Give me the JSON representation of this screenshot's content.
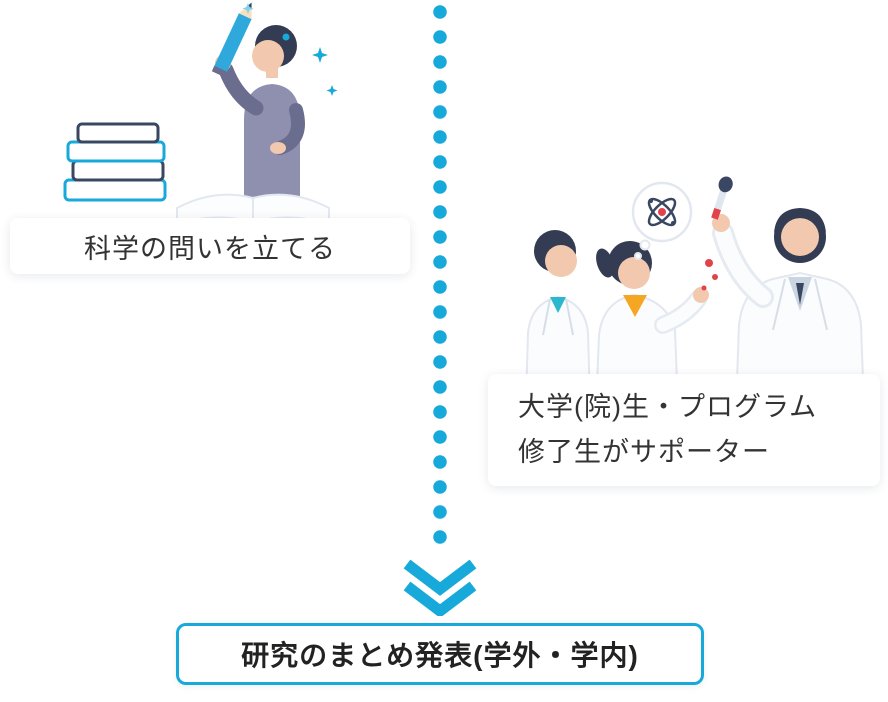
{
  "diagram": {
    "steps": {
      "question": {
        "label": "科学の問いを立てる"
      },
      "supporters": {
        "line1": "大学(院)生・プログラム",
        "line2": "修了生がサポーター"
      }
    },
    "final": {
      "label": "研究のまとめ発表(学外・学内)"
    }
  },
  "colors": {
    "accent": "#18A9DB",
    "navy": "#333C52",
    "body_purple": "#8F90B0",
    "skin": "#F2C9AE",
    "red": "#E2434B",
    "orange": "#F5A623",
    "text": "#333333"
  },
  "icons": {
    "flow_line": "vertical-dotted-line",
    "arrow": "double-chevron-down",
    "left_illustration": "student-writing-with-books-and-pencil",
    "right_illustration": "scientists-in-lab-coats-with-pipette",
    "bubble": "atom"
  }
}
